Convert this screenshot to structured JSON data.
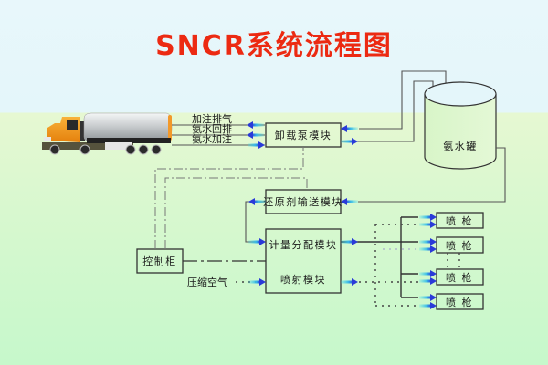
{
  "title": "SNCR系统流程图",
  "truck": {
    "lines": [
      "加注排气",
      "氨水回排",
      "氨水加注"
    ]
  },
  "modules": {
    "unload_pump": "卸载泵模块",
    "tank": "氨水罐",
    "reductant_delivery": "还原剂输送模块",
    "metering_distribution": "计量分配模块",
    "injection": "喷射模块",
    "control_cabinet": "控制柜",
    "compressed_air": "压缩空气"
  },
  "nozzles": [
    "喷 枪",
    "喷 枪",
    "喷 枪",
    "喷 枪"
  ],
  "colors": {
    "title": "#ec2a12",
    "arrow": "#2a3ad8",
    "arrow_tail": "#40d0e0",
    "truck_cab": "#f39a1c",
    "sky": "#e4f6fa",
    "ground": "#d8f8cf"
  }
}
